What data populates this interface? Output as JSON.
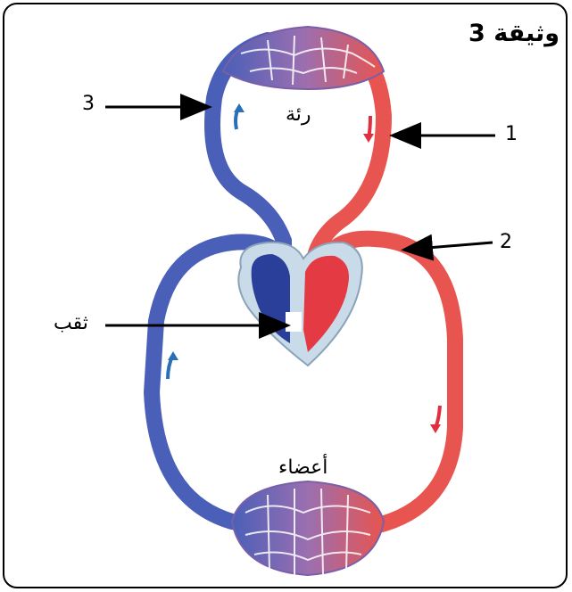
{
  "title": "وثيقة 3",
  "labels": {
    "lung": "رئة",
    "organs": "أعضاء",
    "hole": "ثقب"
  },
  "numbers": {
    "one": "1",
    "two": "2",
    "three": "3"
  },
  "colors": {
    "artery_red": "#e8544f",
    "vein_blue": "#4a5fb8",
    "dark_blue": "#2a3f9a",
    "heart_bg": "#c9dbe8",
    "arrow_black": "#000000"
  }
}
